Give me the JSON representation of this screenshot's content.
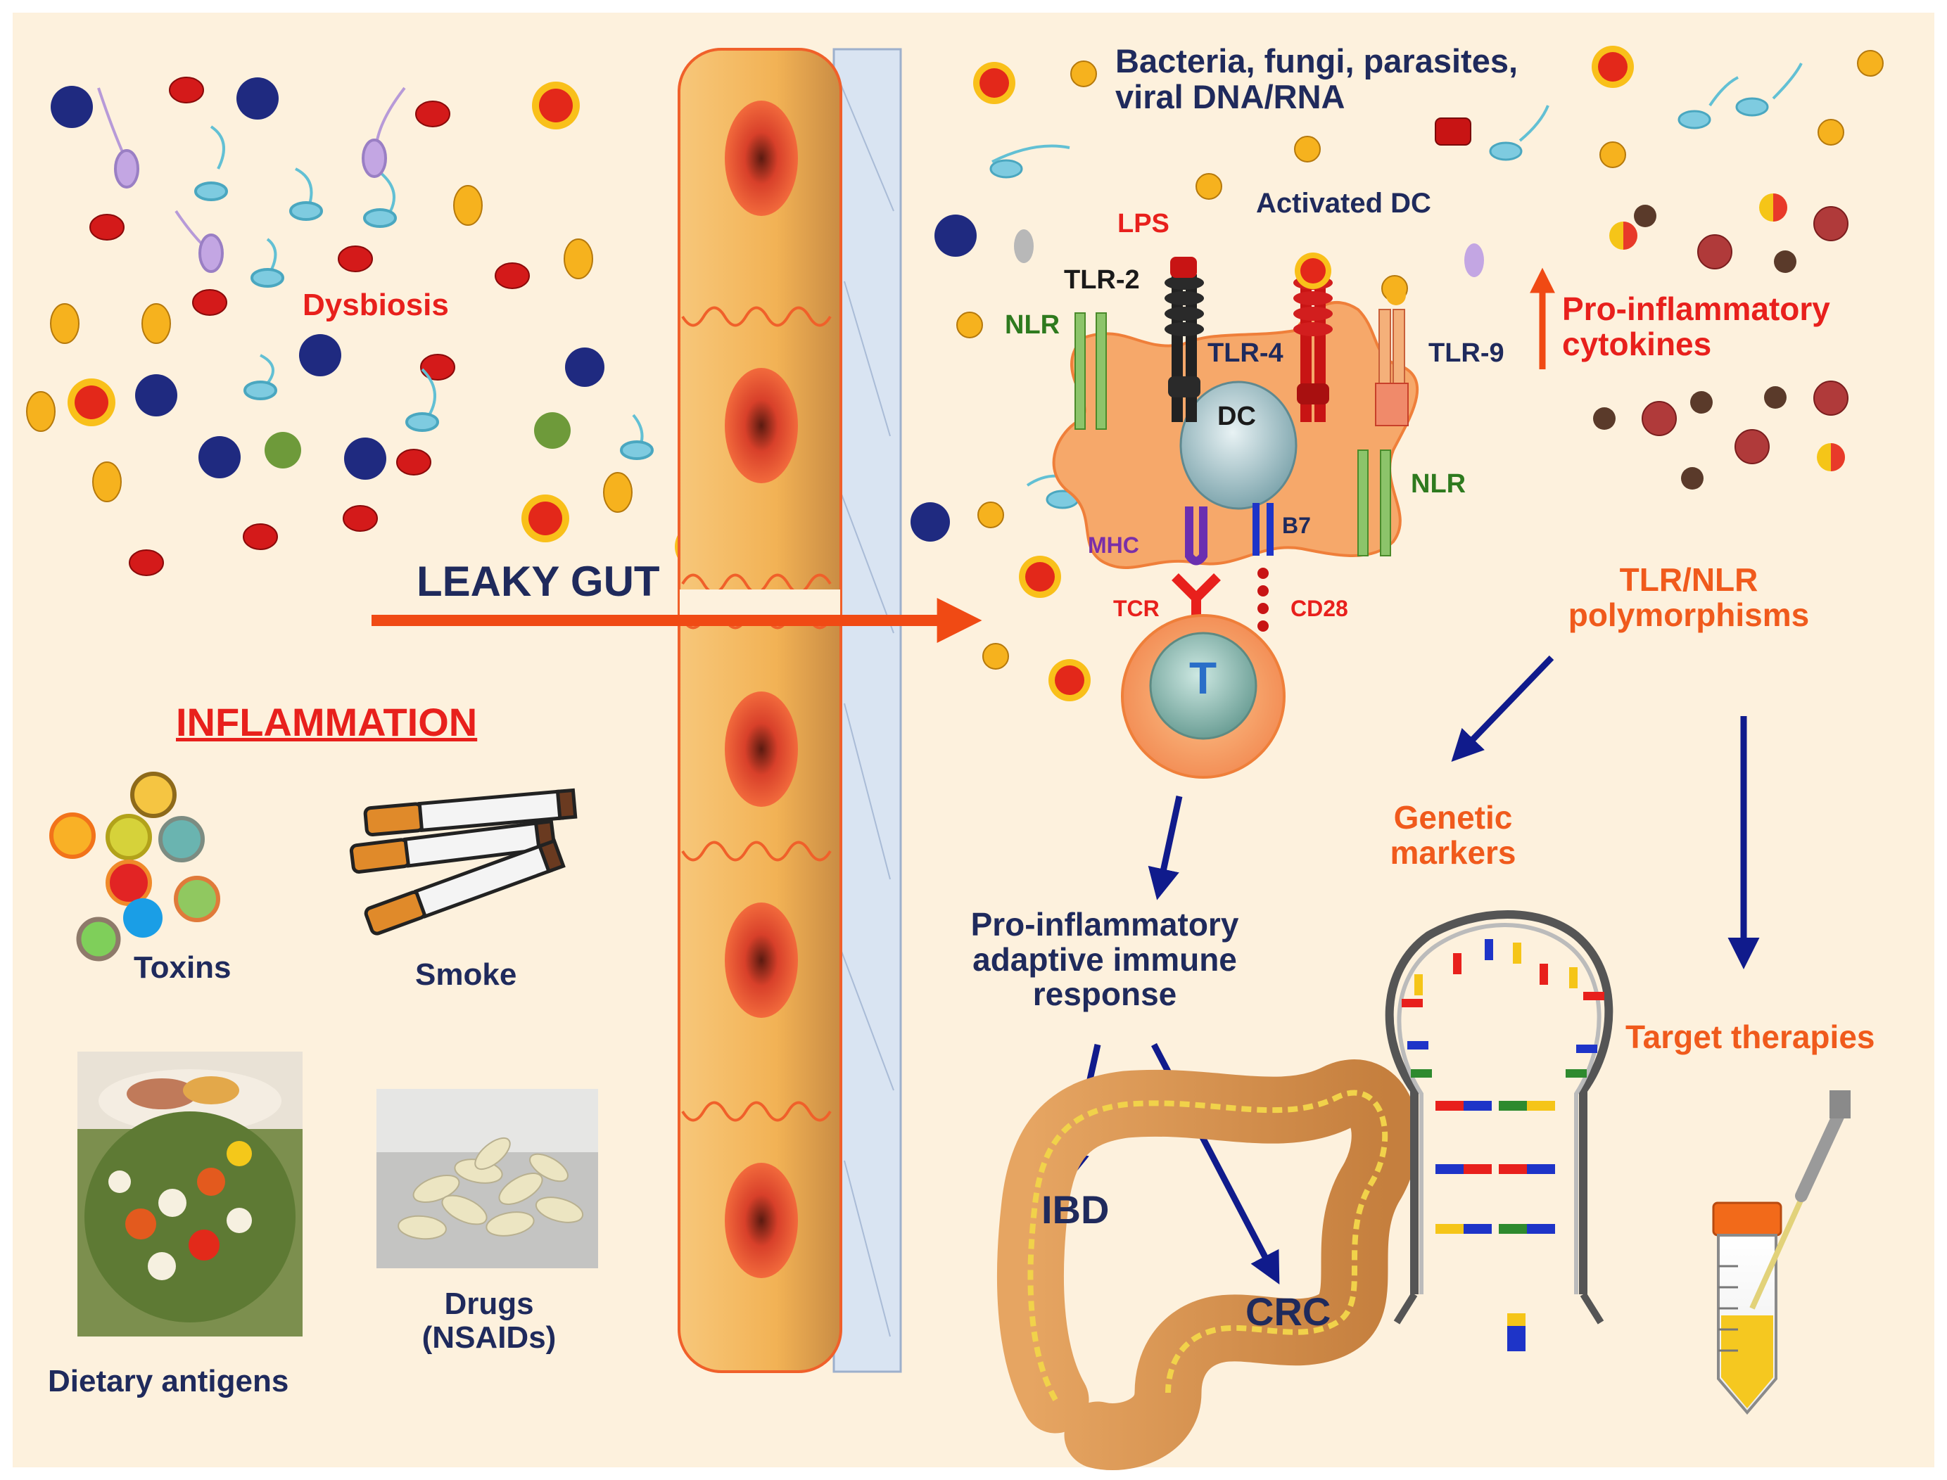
{
  "labels": {
    "dysbiosis": "Dysbiosis",
    "leaky_gut": "LEAKY GUT",
    "inflammation": "INFLAMMATION",
    "toxins": "Toxins",
    "smoke": "Smoke",
    "dietary_antigens": "Dietary antigens",
    "drugs": "Drugs\n(NSAIDs)",
    "microbes": "Bacteria, fungi, parasites,\nviral DNA/RNA",
    "activated_dc": "Activated DC",
    "lps": "LPS",
    "tlr2": "TLR-2",
    "tlr4": "TLR-4",
    "tlr9": "TLR-9",
    "nlr_top": "NLR",
    "nlr_right": "NLR",
    "dc": "DC",
    "mhc": "MHC",
    "b7": "B7",
    "tcr": "TCR",
    "cd28": "CD28",
    "t_cell": "T",
    "cytokines": "Pro-inflammatory\ncytokines",
    "polymorphisms": "TLR/NLR\npolymorphisms",
    "genetic_markers": "Genetic\nmarkers",
    "target_therapies": "Target therapies",
    "adaptive_response": "Pro-inflammatory\nadaptive immune\nresponse",
    "ibd": "IBD",
    "crc": "CRC"
  },
  "icons": [
    "bacteria-icon",
    "fungus-icon",
    "parasite-icon",
    "cigarette-icon",
    "pill-icon",
    "food-icon",
    "dendritic-cell-icon",
    "t-cell-icon",
    "colon-icon",
    "rna-hairpin-icon",
    "test-tube-icon",
    "pipette-icon"
  ],
  "colors": {
    "background": "#fdf1dd",
    "navy": "#1f2a5c",
    "red": "#e8201c",
    "orange_arrow": "#f04a14",
    "arrow_blue": "#101b8c",
    "epithelium": "#f4b45a",
    "dc_cell": "#f6a86a"
  }
}
